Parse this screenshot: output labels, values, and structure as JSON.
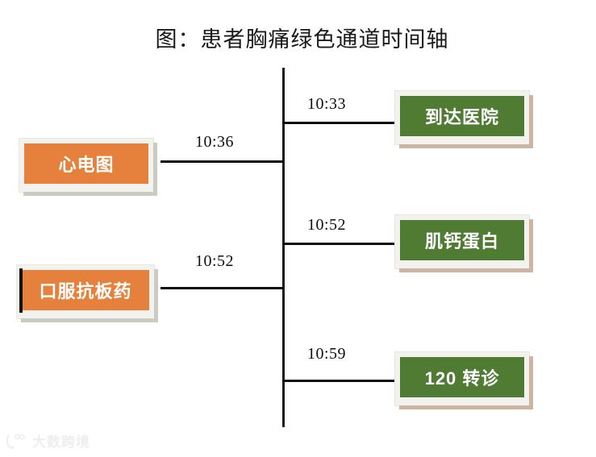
{
  "title": "图：患者胸痛绿色通道时间轴",
  "colors": {
    "green_fill": "#4F7B33",
    "orange_fill": "#E5813C",
    "box_frame": "#F4F2EE",
    "line": "#0D0D0D",
    "title_text": "#1A1A1A",
    "box_text": "#FFFFFF"
  },
  "timeline": {
    "axis_name": "timeline-axis",
    "right_events": [
      {
        "time": "10:33",
        "label": "到达医院"
      },
      {
        "time": "10:52",
        "label": "肌钙蛋白"
      },
      {
        "time": "10:59",
        "label": "120 转诊"
      }
    ],
    "left_events": [
      {
        "time": "10:36",
        "label": "心电图"
      },
      {
        "time": "10:52",
        "label": "口服抗板药"
      }
    ]
  },
  "watermark": {
    "text": "大数跨境"
  }
}
